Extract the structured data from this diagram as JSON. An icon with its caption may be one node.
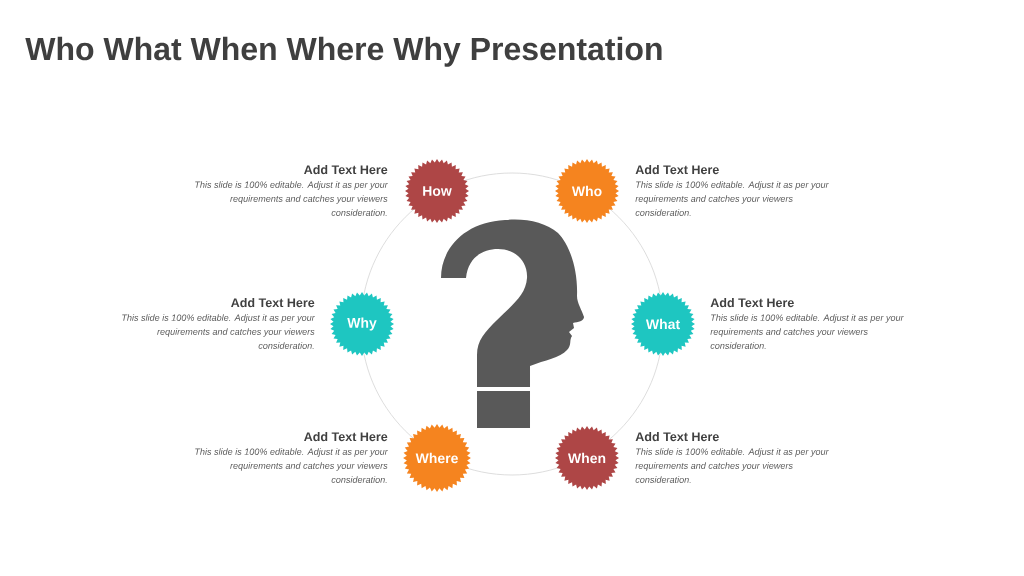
{
  "diagram": {
    "title": "Who What When Where Why Presentation",
    "nodes": [
      {
        "text": [
          "How"
        ],
        "beside": [
          "Add Text Here",
          "This slide is 100% editable. Adjust it as per your requirements and catches your viewers consideration."
        ]
      },
      {
        "text": [
          "Who"
        ],
        "beside": [
          "Add Text Here",
          "This slide is 100% editable. Adjust it as per your requirements and catches your viewers consideration."
        ]
      },
      {
        "text": [
          "Why"
        ],
        "beside": [
          "Add Text Here",
          "This slide is 100% editable. Adjust it as per your requirements and catches your viewers consideration."
        ]
      },
      {
        "text": [
          "What"
        ],
        "beside": [
          "Add Text Here",
          "This slide is 100% editable. Adjust it as per your requirements and catches your viewers consideration."
        ]
      },
      {
        "text": [
          "Where"
        ],
        "beside": [
          "Add Text Here",
          "This slide is 100% editable. Adjust it as per your requirements and catches your viewers consideration."
        ]
      },
      {
        "text": [
          "When"
        ],
        "beside": [
          "Add Text Here",
          "This slide is 100% editable. Adjust it as per your requirements and catches your viewers consideration."
        ]
      }
    ]
  }
}
